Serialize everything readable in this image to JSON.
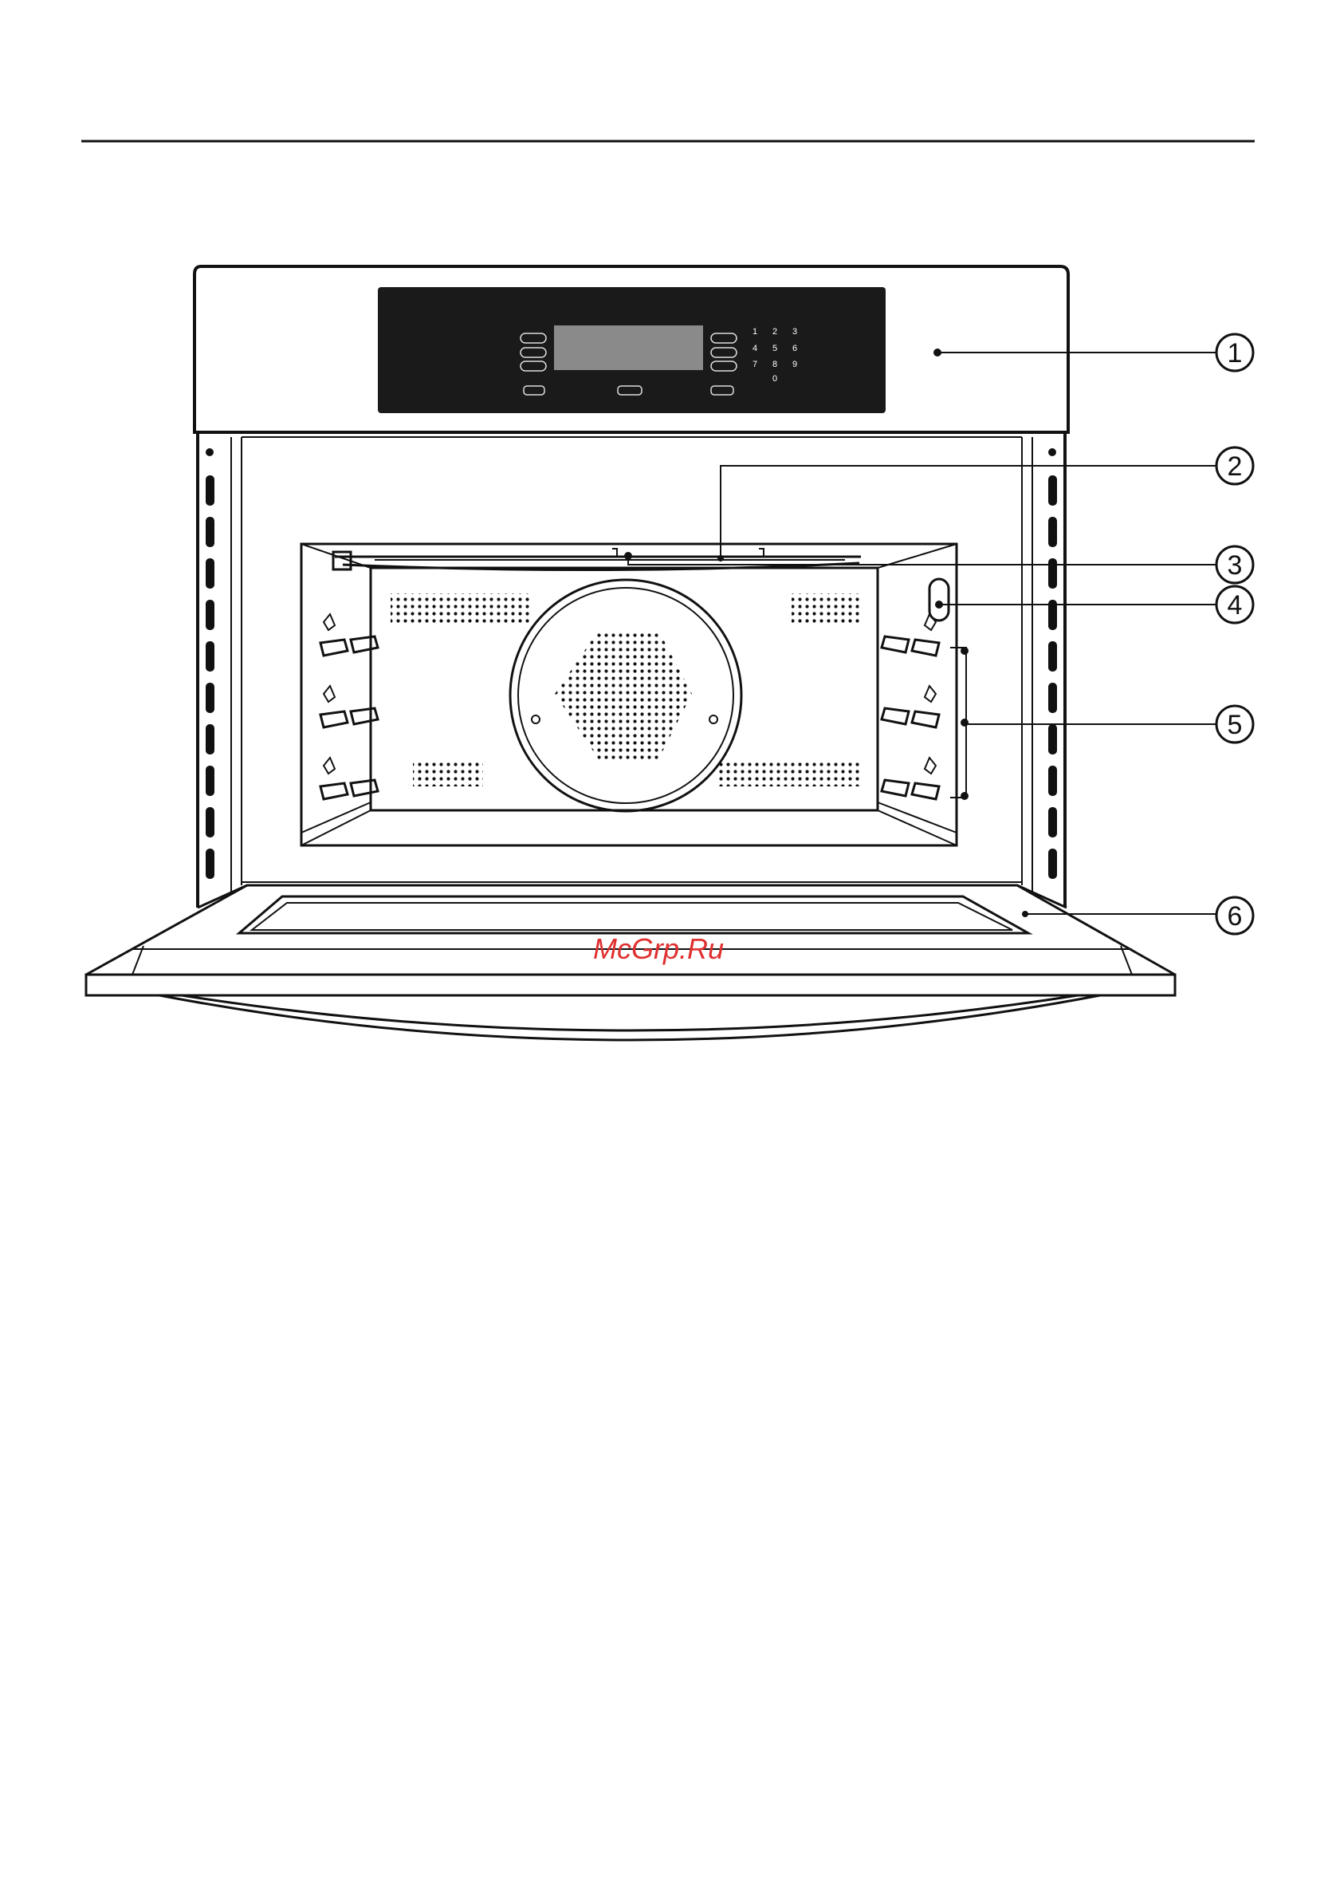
{
  "callouts": [
    {
      "number": "1"
    },
    {
      "number": "2"
    },
    {
      "number": "3"
    },
    {
      "number": "4"
    },
    {
      "number": "5"
    },
    {
      "number": "6"
    }
  ],
  "control_panel": {
    "keypad_numbers": [
      "1",
      "2",
      "3",
      "4",
      "5",
      "6",
      "7",
      "8",
      "9",
      "0"
    ]
  },
  "watermark": "McGrp.Ru",
  "colors": {
    "line": "#111111",
    "panel": "#1a1a1a",
    "display": "#8a8a8a",
    "watermark": "#e03030"
  }
}
